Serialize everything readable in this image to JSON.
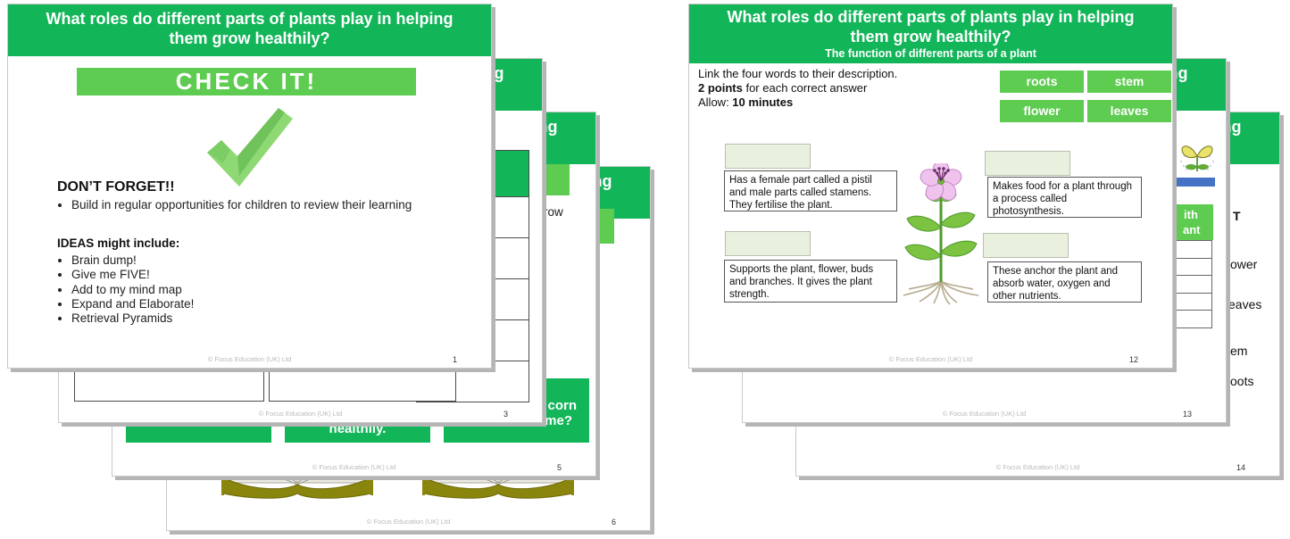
{
  "colors": {
    "header_green": "#13b559",
    "light_green": "#5ecb51",
    "pale_answer_box": "#e9f1de",
    "check_light": "#8fd974",
    "check_dark": "#6fc35a",
    "blue_bar": "#4472c4",
    "book_olive": "#8a850c"
  },
  "shared": {
    "copyright": "© Focus Education (UK) Ltd",
    "title_line1": "What roles do different parts of plants play in helping",
    "title_line2": "them grow healthily?"
  },
  "left_stack": {
    "slide_check_it": {
      "page": "1",
      "banner": "CHECK IT!",
      "dont_forget_heading": "DON’T FORGET!!",
      "dont_forget_bullet": "Build in regular opportunities for children to review their learning",
      "ideas_heading": "IDEAS might include:",
      "ideas": [
        "Brain dump!",
        "Give me FIVE!",
        "Add to my mind map",
        "Expand and Elaborate!",
        "Retrieval Pyramids"
      ]
    },
    "slide_3": {
      "page": "3"
    },
    "slide_5": {
      "page": "5",
      "fragments": {
        "grow_line_end": "row",
        "button_middle_end": "healthily.",
        "button_right_line1_end": "corn",
        "button_right_line2_end": "me?"
      }
    },
    "slide_6": {
      "page": "6"
    }
  },
  "right_stack": {
    "slide_link_words": {
      "page": "12",
      "subtitle": "The function of different parts of a plant",
      "instructions": {
        "line1": "Link the four words to their description.",
        "line2_bold": "2 points",
        "line2_rest": " for each correct answer",
        "line3_label": "Allow: ",
        "line3_bold": "10 minutes"
      },
      "word_buttons": [
        "roots",
        "stem",
        "flower",
        "leaves"
      ],
      "descriptions": [
        "Has a female part called a pistil and male parts called stamens. They fertilise the plant.",
        "Supports the plant, flower, buds and branches. It gives the plant strength.",
        "Makes food for a plant through a process called photosynthesis.",
        "These anchor the plant and absorb water, oxygen and other nutrients."
      ]
    },
    "slide_13": {
      "page": "13",
      "fragments": {
        "green_cell_line1_end": "ith",
        "green_cell_line2_end": "ant"
      }
    },
    "slide_14": {
      "page": "14",
      "fragments": {
        "heading_end": "T",
        "item1_end": "ower",
        "item2_end": "eaves",
        "item3_end": "em",
        "item4_end": "oots"
      }
    }
  }
}
